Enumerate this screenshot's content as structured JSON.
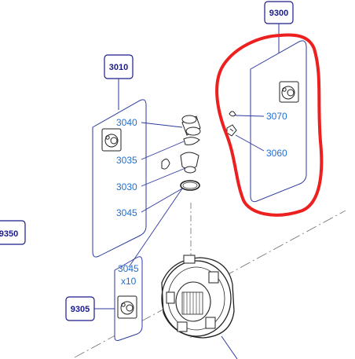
{
  "callouts": {
    "c9300": "9300",
    "c3010": "3010",
    "c9350": "9350",
    "c9305": "9305"
  },
  "parts": {
    "p3040": "3040",
    "p3035": "3035",
    "p3030": "3030",
    "p3045a": "3045",
    "p3045b": "3045",
    "qty": "x10",
    "p3070": "3070",
    "p3060": "3060"
  },
  "colors": {
    "label": "#1f6fd1",
    "callout_text": "#1a1a8c",
    "callout_border": "#1a1a8c",
    "highlight": "#ee1f1f",
    "outline": "#2d3aa0"
  }
}
